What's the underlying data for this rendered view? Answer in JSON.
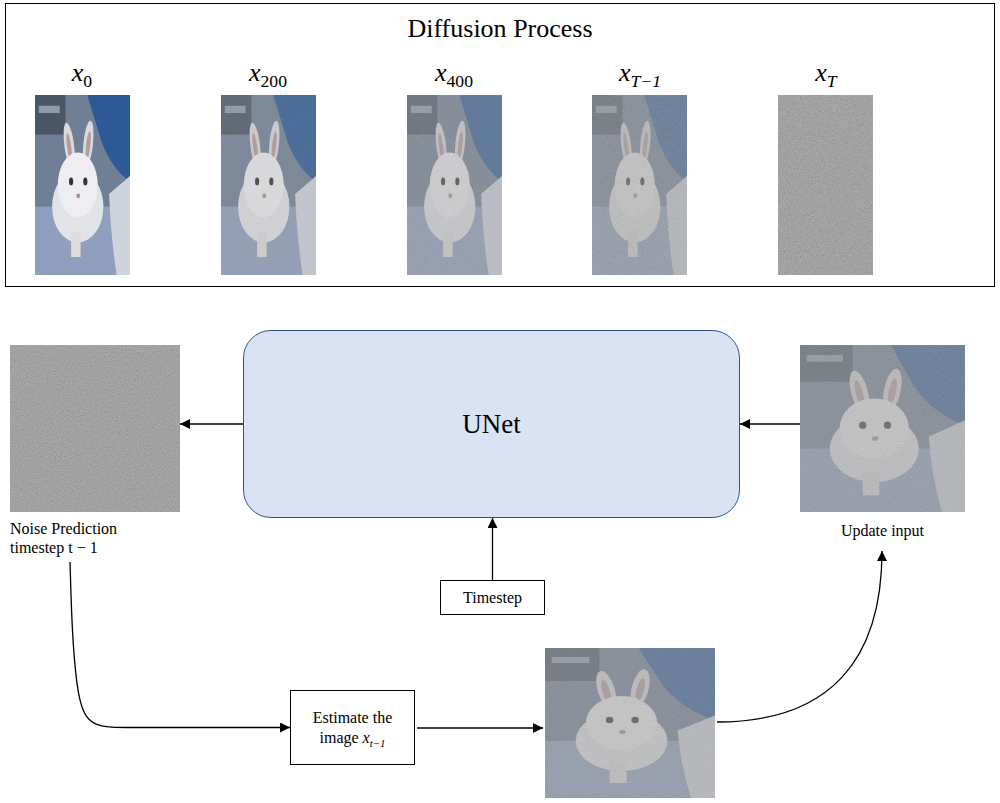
{
  "diagram": {
    "nodes": [
      {
        "text": [
          "Diffusion Process"
        ]
      },
      {
        "text": [
          "Noise Prediction timestep t − 1"
        ]
      },
      {
        "text": [
          "UNet"
        ]
      },
      {
        "text": [
          "Update input"
        ]
      },
      {
        "text": [
          "Timestep"
        ]
      },
      {
        "text": [
          "Estimate the image xt−1"
        ]
      }
    ],
    "edges": [
      {
        "from": 2,
        "to": 1,
        "arrow": "to"
      },
      {
        "from": 3,
        "to": 2,
        "arrow": "to"
      },
      {
        "from": 4,
        "to": 2,
        "arrow": "to"
      },
      {
        "from": 1,
        "to": 5,
        "arrow": "to"
      }
    ],
    "labels": [
      "x0",
      "x200",
      "x400",
      "xT−1",
      "xT"
    ]
  }
}
